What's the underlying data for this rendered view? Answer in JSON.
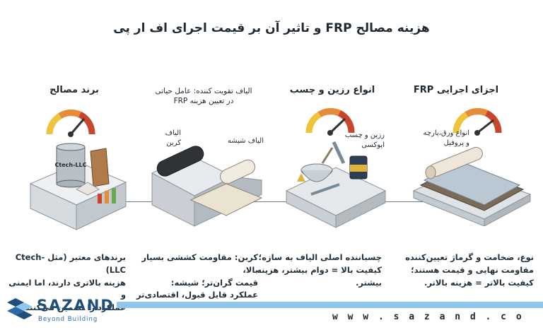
{
  "title": "هزینه مصالح FRP و تاثیر آن بر قیمت اجرای اف ار پی",
  "columns": [
    {
      "heading": "اجزای اجرایی FRP",
      "callouts": [
        "انواع ورق،پارچه و پروفیل"
      ],
      "description": [
        "نوع، ضخامت و گرماژ تعیین‌کننده",
        "مقاومت نهایی و قیمت هستند؛",
        "کیفیت بالاتر = هزینه بالاتر."
      ]
    },
    {
      "heading": "انواع رزین و چسب",
      "callouts": [
        "رزین و چسب اپوکسی"
      ],
      "description": [
        "چسباننده اصلی الیاف به سازه؛",
        "کیفیت بالا = دوام بیشتر، هزینه",
        "بیشتر."
      ]
    },
    {
      "heading": "الیاف تقویت کننده: عامل حیاتی در تعیین هزینه FRP",
      "callouts": [
        "الیاف کربن",
        "الیاف شیشه"
      ],
      "description": [
        "کربن: مقاومت کششی بسیار بالا،",
        "قیمت گران‌تر؛ شیشه:",
        "عملکرد قابل قبول، اقتصادی‌تر"
      ]
    },
    {
      "heading": "برند مصالح",
      "callouts": [
        "Ctech-LLC"
      ],
      "description": [
        "برندهای معتبر (مثل Ctech-LLC)",
        "هزینه بالاتری دارند، اما ایمنی و",
        "عملکرد را تضمین می‌کنند."
      ]
    }
  ],
  "footer": {
    "brand": "SAZAND",
    "tagline": "Beyond Building",
    "url": "w w w . s a z a n d . c o"
  },
  "colors": {
    "accent_blue": "#8fc7ec",
    "brand_blue": "#1f4e79",
    "gauge_red": "#c8452c",
    "gauge_orange": "#e58b3a"
  }
}
